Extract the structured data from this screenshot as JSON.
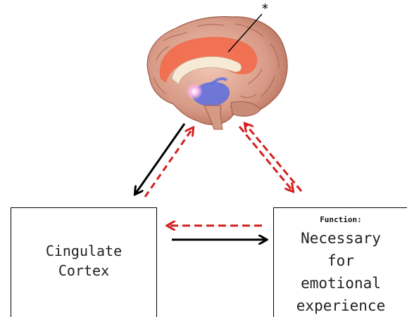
{
  "diagram": {
    "brain": {
      "asterisk": "*",
      "illustration": "brain-sagittal-illustration",
      "highlight_colors": {
        "cingulate": "#f26a4b",
        "limbic_blue": "#5a6de0",
        "pink_nucleus": "#f7b4e8"
      }
    },
    "cingulate_box": {
      "line1": "Cingulate",
      "line2": "Cortex"
    },
    "function_box": {
      "heading": "Function:",
      "line1": "Necessary",
      "line2": "for",
      "line3": "emotional",
      "line4": "experience"
    },
    "arrow_colors": {
      "solid": "#000000",
      "dashed": "#d41f1f"
    }
  }
}
